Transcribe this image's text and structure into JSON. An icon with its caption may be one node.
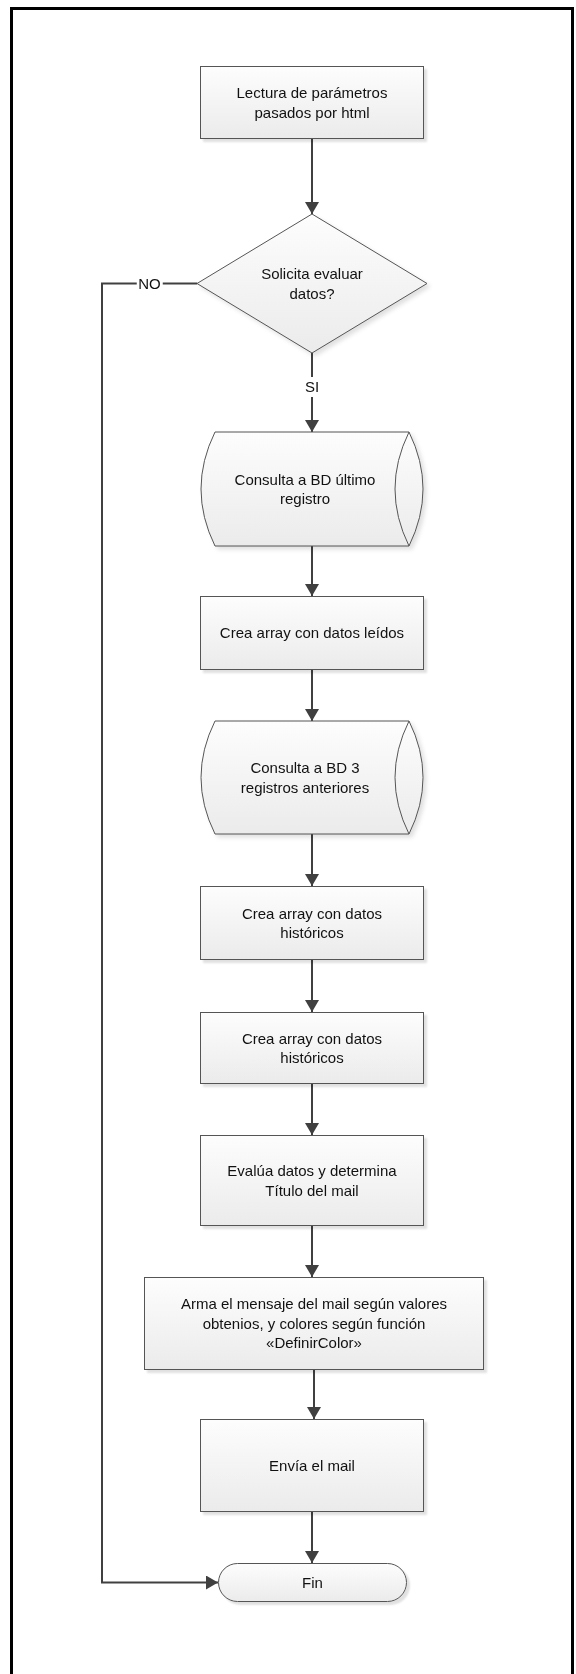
{
  "diagram": {
    "nodes": [
      {
        "text": [
          "Lectura de parámetros pasados por html"
        ]
      },
      {
        "text": [
          "Solicita evaluar datos?"
        ]
      },
      {
        "text": [
          "Consulta a BD último registro"
        ]
      },
      {
        "text": [
          "Crea array con datos leídos"
        ]
      },
      {
        "text": [
          "Consulta a BD 3 registros anteriores"
        ]
      },
      {
        "text": [
          "Crea array con datos históricos"
        ]
      },
      {
        "text": [
          "Crea array con datos históricos"
        ]
      },
      {
        "text": [
          "Evalúa datos y determina Título del mail"
        ]
      },
      {
        "text": [
          "Arma el mensaje del mail según valores obtenios, y colores según función «DefinirColor»"
        ]
      },
      {
        "text": [
          "Envía el mail"
        ]
      },
      {
        "text": [
          "Fin"
        ]
      }
    ],
    "edges": [
      {
        "from": 0,
        "to": 1,
        "arrow": "to"
      },
      {
        "from": 1,
        "to": 2,
        "arrow": "to",
        "label": "SI"
      },
      {
        "from": 2,
        "to": 3,
        "arrow": "to"
      },
      {
        "from": 3,
        "to": 4,
        "arrow": "to"
      },
      {
        "from": 4,
        "to": 5,
        "arrow": "to"
      },
      {
        "from": 5,
        "to": 6,
        "arrow": "to"
      },
      {
        "from": 6,
        "to": 7,
        "arrow": "to"
      },
      {
        "from": 7,
        "to": 8,
        "arrow": "to"
      },
      {
        "from": 8,
        "to": 9,
        "arrow": "to"
      },
      {
        "from": 9,
        "to": 10,
        "arrow": "to"
      },
      {
        "from": 1,
        "to": 10,
        "arrow": "to",
        "label": "NO"
      }
    ]
  }
}
